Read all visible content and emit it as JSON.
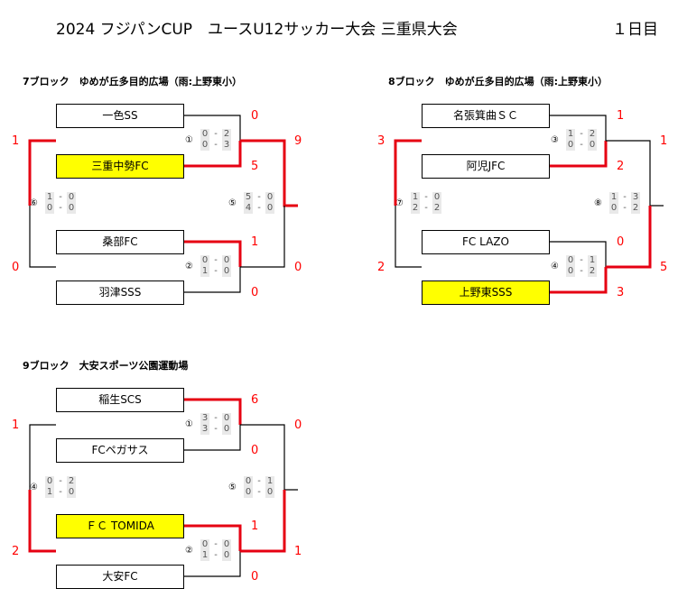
{
  "title": "2024 フジパンCUP　ユースU12サッカー大会 三重県大会",
  "day": "１日目",
  "blocks": [
    {
      "heading": "7ブロック　ゆめが丘多目的広場（雨:上野東小）",
      "teams": [
        "一色SS",
        "三重中勢FC",
        "桑部FC",
        "羽津SSS"
      ],
      "winners": [
        false,
        true,
        false,
        false
      ],
      "m1": {
        "no": "①",
        "s1": "0",
        "s2": "5",
        "pk1": [
          "0",
          "2"
        ],
        "pk2": [
          "0",
          "3"
        ]
      },
      "m2": {
        "no": "②",
        "s1": "1",
        "s2": "0",
        "pk1": [
          "0",
          "0"
        ],
        "pk2": [
          "1",
          "0"
        ]
      },
      "m3": {
        "no": "⑤",
        "s1": "9",
        "s2": "0",
        "pk1": [
          "5",
          "0"
        ],
        "pk2": [
          "4",
          "0"
        ]
      },
      "m4": {
        "no": "⑥",
        "s1": "1",
        "s2": "0",
        "pk1": [
          "1",
          "0"
        ],
        "pk2": [
          "0",
          "0"
        ]
      }
    },
    {
      "heading": "8ブロック　ゆめが丘多目的広場（雨:上野東小）",
      "teams": [
        "名張箕曲ＳＣ",
        "阿児JFC",
        "FC LAZO",
        "上野東SSS"
      ],
      "winners": [
        false,
        false,
        false,
        true
      ],
      "m1": {
        "no": "③",
        "s1": "1",
        "s2": "2",
        "pk1": [
          "1",
          "2"
        ],
        "pk2": [
          "0",
          "0"
        ]
      },
      "m2": {
        "no": "④",
        "s1": "0",
        "s2": "3",
        "pk1": [
          "0",
          "1"
        ],
        "pk2": [
          "0",
          "2"
        ]
      },
      "m3": {
        "no": "⑧",
        "s1": "1",
        "s2": "5",
        "pk1": [
          "1",
          "3"
        ],
        "pk2": [
          "0",
          "2"
        ]
      },
      "m4": {
        "no": "⑦",
        "s1": "3",
        "s2": "2",
        "pk1": [
          "1",
          "0"
        ],
        "pk2": [
          "2",
          "2"
        ]
      }
    },
    {
      "heading": "9ブロック　大安スポーツ公園運動場",
      "teams": [
        "稲生SCS",
        "FCペガサス",
        "ＦＣ TOMIDA",
        "大安FC"
      ],
      "winners": [
        false,
        false,
        true,
        false
      ],
      "m1": {
        "no": "①",
        "s1": "6",
        "s2": "0",
        "pk1": [
          "3",
          "0"
        ],
        "pk2": [
          "3",
          "0"
        ]
      },
      "m2": {
        "no": "②",
        "s1": "1",
        "s2": "0",
        "pk1": [
          "0",
          "0"
        ],
        "pk2": [
          "1",
          "0"
        ]
      },
      "m3": {
        "no": "⑤",
        "s1": "0",
        "s2": "1",
        "pk1": [
          "0",
          "1"
        ],
        "pk2": [
          "0",
          "0"
        ]
      },
      "m4": {
        "no": "④",
        "s1": "1",
        "s2": "2",
        "pk1": [
          "0",
          "2"
        ],
        "pk2": [
          "1",
          "0"
        ]
      }
    }
  ],
  "colors": {
    "win_line": "#e60012",
    "win_fill": "#ffff00",
    "line": "#000000",
    "score": "#ff0000"
  }
}
